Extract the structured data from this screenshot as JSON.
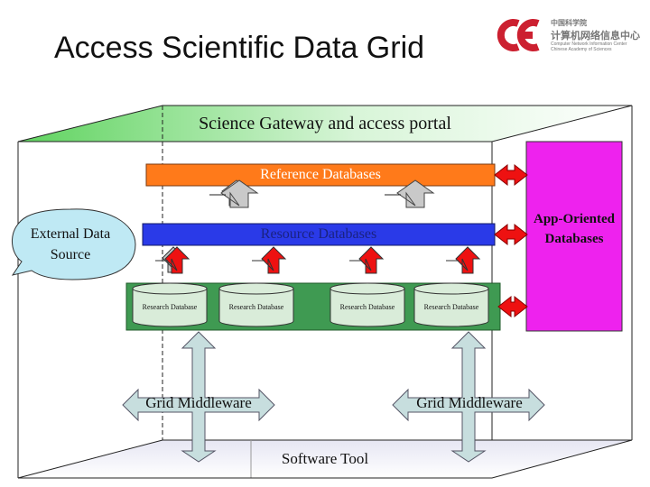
{
  "title": "Access Scientific Data Grid",
  "logo": {
    "name": "cnic-logo",
    "line1": "中国科学院",
    "line2": "计算机网络信息中心",
    "line3": "Computer Network Information Center",
    "line4": "Chinese Academy of Sciences",
    "colors": {
      "mark": "#cc2030",
      "text": "#777777"
    }
  },
  "diagram": {
    "gateway": "Science Gateway and access portal",
    "reference_databases": "Reference Databases",
    "resource_databases": "Resource Databases",
    "external_source": "External Data Source",
    "app_oriented": "App-Oriented Databases",
    "research_dbs": [
      "Research Database",
      "Research Database",
      "Research Database",
      "Research Database"
    ],
    "grid_middleware_left": "Grid Middleware",
    "grid_middleware_right": "Grid Middleware",
    "software_tool": "Software Tool"
  },
  "colors": {
    "gateway_green": "#5fd35f",
    "reference_orange": "#ff7a1a",
    "resource_blue": "#2a3ae8",
    "app_magenta": "#ee22ee",
    "research_green": "#3f9a52",
    "arrow_red": "#ee1111",
    "middleware_arrow": "#c7dede"
  }
}
